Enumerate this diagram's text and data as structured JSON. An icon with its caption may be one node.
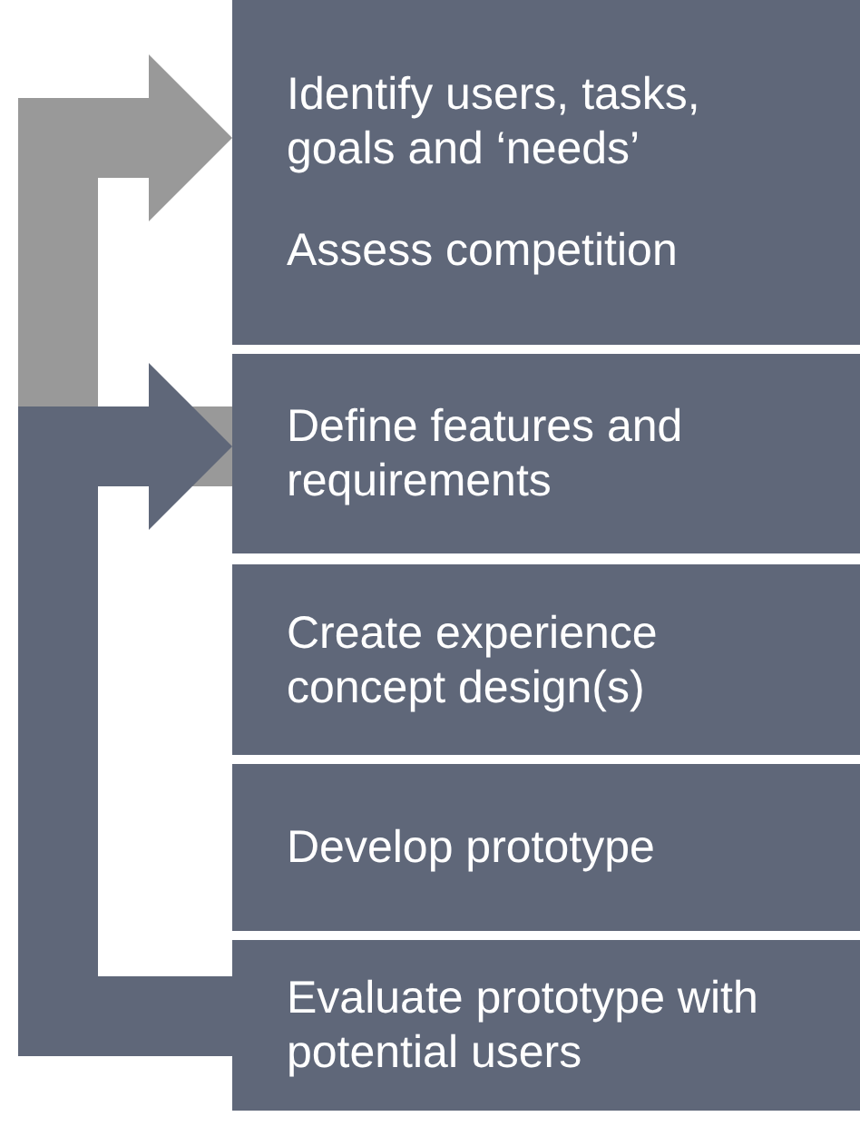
{
  "diagram": {
    "nodes": [
      {
        "text": [
          "Identify users, tasks, goals and ‘needs’",
          "Assess competition"
        ]
      },
      {
        "text": [
          "Define features and requirements"
        ]
      },
      {
        "text": [
          "Create experience concept design(s)"
        ]
      },
      {
        "text": [
          "Develop prototype"
        ]
      },
      {
        "text": [
          "Evaluate prototype with potential users"
        ]
      }
    ],
    "edges": [
      {
        "from": 1,
        "to": 0,
        "arrow": "to",
        "color": "#999999"
      },
      {
        "from": 4,
        "to": 1,
        "arrow": "to",
        "color": "#5f6779"
      }
    ]
  }
}
